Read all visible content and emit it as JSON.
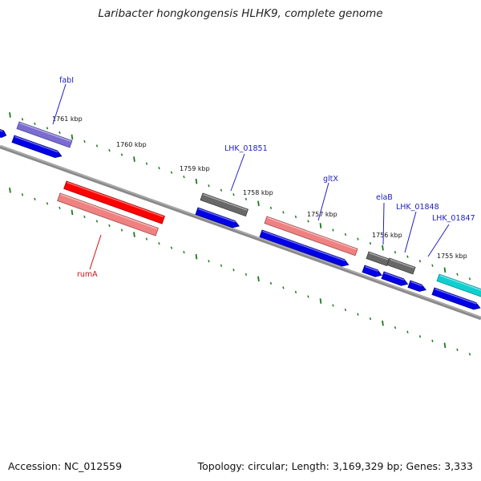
{
  "title": "Laribacter hongkongensis HLHK9, complete genome",
  "footer": {
    "accession": "Accession: NC_012559",
    "summary": "Topology: circular; Length: 3,169,329 bp; Genes: 3,333"
  },
  "colors": {
    "backbone": "#808080",
    "tick": "#1c7a1c",
    "cds_blue": "#0000e6",
    "label_blue": "#2020c0",
    "label_red": "#cc1111",
    "rumA": "#ff0000",
    "pink": "#ef8181",
    "gray_gene": "#686868",
    "purple_gene": "#7b6ccf",
    "teal_gene": "#10cfcf"
  },
  "tick_labels": [
    "1761 kbp",
    "1760 kbp",
    "1759 kbp",
    "1758 kbp",
    "1757 kbp",
    "1756 kbp",
    "1755 kbp"
  ],
  "gene_labels": {
    "fabI": "fabI",
    "lhk01851": "LHK_01851",
    "gltX": "gltX",
    "elaB": "elaB",
    "lhk01848": "LHK_01848",
    "lhk01847": "LHK_01847",
    "rumA": "rumA"
  }
}
